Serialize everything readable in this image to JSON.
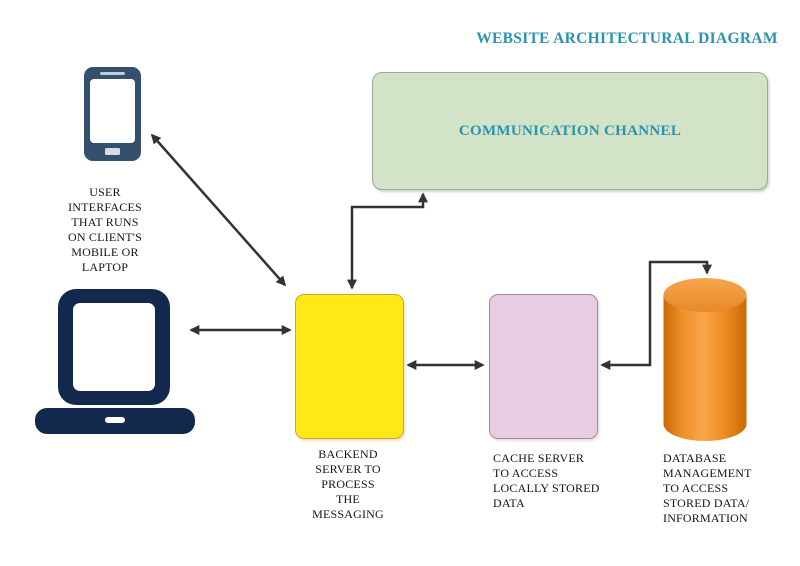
{
  "title": "WEBSITE ARCHITECTURAL DIAGRAM",
  "nodes": {
    "communication_channel": {
      "label": "COMMUNICATION CHANNEL"
    },
    "user_interfaces": {
      "label": "USER\nINTERFACES\nTHAT RUNS\nON CLIENT'S\nMOBILE OR\nLAPTOP"
    },
    "backend_server": {
      "label": "BACKEND\nSERVER TO\nPROCESS\nTHE\nMESSAGING"
    },
    "cache_server": {
      "label": "CACHE SERVER\nTO ACCESS\nLOCALLY STORED\nDATA"
    },
    "database": {
      "label": "DATABASE\nMANAGEMENT\nTO ACCESS\nSTORED DATA/\nINFORMATION"
    }
  },
  "icons": {
    "smartphone": "smartphone-icon",
    "laptop": "laptop-icon",
    "database": "database-cylinder-icon"
  },
  "colors": {
    "title_text": "#2a93ad",
    "channel_fill": "#d3e3c8",
    "channel_border": "#9aab9a",
    "backend_fill": "#ffe816",
    "backend_border": "#cfa52e",
    "cache_fill": "#e9cbe2",
    "cache_border": "#a18a9e",
    "phone_icon": "#34506c",
    "laptop_icon": "#12294d",
    "database_orange": "#ef8c1f",
    "arrow": "#333333"
  },
  "connectors": [
    {
      "from": "user-interfaces-phone",
      "to": "backend-server",
      "style": "diagonal",
      "bidirectional": true
    },
    {
      "from": "laptop",
      "to": "backend-server",
      "style": "straight",
      "bidirectional": true
    },
    {
      "from": "backend-server",
      "to": "communication-channel",
      "style": "elbow",
      "bidirectional": true
    },
    {
      "from": "backend-server",
      "to": "cache-server",
      "style": "straight",
      "bidirectional": true
    },
    {
      "from": "cache-server",
      "to": "database",
      "style": "elbow",
      "bidirectional": true
    }
  ]
}
